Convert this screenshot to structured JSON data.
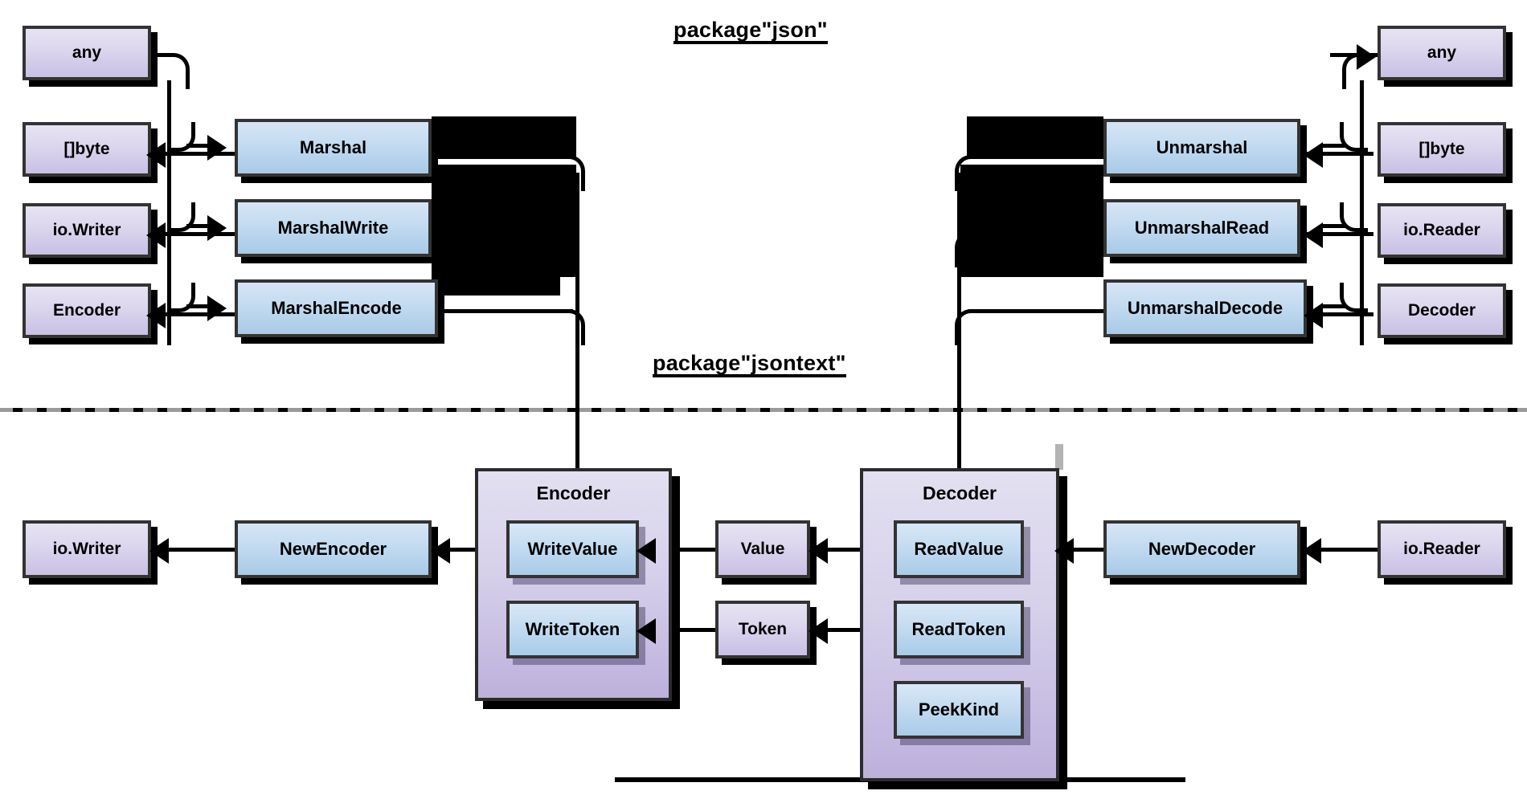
{
  "diagram": {
    "title_top": {
      "prefix": "package ",
      "name": "\"json\""
    },
    "title_bottom": {
      "prefix": "package ",
      "name": "\"jsontext\""
    },
    "colors": {
      "type_box": "#ded9ef",
      "func_box": "#c5dcf1",
      "container": "#d6d0ea",
      "border": "#333333",
      "connector": "#000000",
      "divider_gray": "#9a9a9a",
      "background": "#ffffff"
    }
  },
  "package_json": {
    "left_types": [
      {
        "label": "any"
      },
      {
        "label": "[]byte"
      },
      {
        "label": "io.Writer"
      },
      {
        "label": "Encoder"
      }
    ],
    "left_funcs": [
      {
        "label": "Marshal"
      },
      {
        "label": "MarshalWrite"
      },
      {
        "label": "MarshalEncode"
      }
    ],
    "right_funcs": [
      {
        "label": "Unmarshal"
      },
      {
        "label": "UnmarshalRead"
      },
      {
        "label": "UnmarshalDecode"
      }
    ],
    "right_types": [
      {
        "label": "any"
      },
      {
        "label": "[]byte"
      },
      {
        "label": "io.Reader"
      },
      {
        "label": "Decoder"
      }
    ]
  },
  "package_jsontext": {
    "encoder_container": {
      "title": "Encoder",
      "methods": [
        {
          "label": "WriteValue"
        },
        {
          "label": "WriteToken"
        }
      ]
    },
    "decoder_container": {
      "title": "Decoder",
      "methods": [
        {
          "label": "ReadValue"
        },
        {
          "label": "ReadToken"
        },
        {
          "label": "PeekKind"
        }
      ]
    },
    "middle_types": [
      {
        "label": "Value"
      },
      {
        "label": "Token"
      }
    ],
    "left_chain": [
      {
        "label": "io.Writer"
      },
      {
        "label": "NewEncoder"
      }
    ],
    "right_chain": [
      {
        "label": "NewDecoder"
      },
      {
        "label": "io.Reader"
      }
    ]
  }
}
